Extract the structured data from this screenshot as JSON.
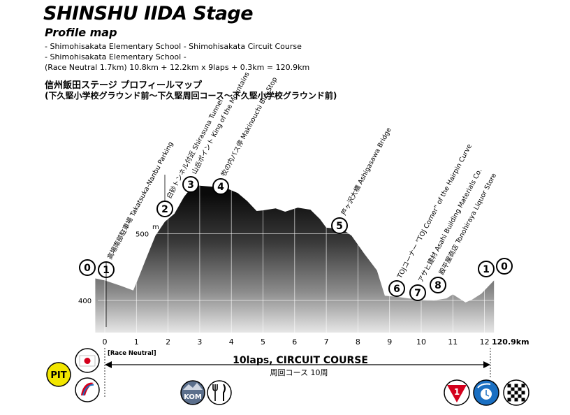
{
  "title": "SHINSHU IIDA Stage",
  "subtitle": "Profile map",
  "description_lines": [
    "- Shimohisakata Elementary School - Shimohisakata Circuit Course",
    "- Shimohisakata Elementary School -",
    "(Race Neutral 1.7km) 10.8km + 12.2km x 9laps + 0.3km = 120.9km"
  ],
  "jp_title": "信州飯田ステージ プロフィールマップ",
  "jp_subtitle": "(下久堅小学校グラウンド前〜下久堅周回コース〜下久堅小学校グラウンド前)",
  "chart_data": {
    "type": "area",
    "xlabel": "",
    "ylabel": "m",
    "x_ticks": [
      "0",
      "1",
      "2",
      "3",
      "4",
      "5",
      "6",
      "7",
      "8",
      "9",
      "10",
      "11",
      "12"
    ],
    "x_end_label": "120.9km",
    "y_ticks": [
      "400",
      "500"
    ],
    "x_range": [
      0,
      12.3
    ],
    "y_range": [
      330,
      600
    ],
    "profile": [
      [
        -0.3,
        433
      ],
      [
        0.0,
        430
      ],
      [
        0.5,
        422
      ],
      [
        0.9,
        415
      ],
      [
        1.05,
        432
      ],
      [
        1.3,
        462
      ],
      [
        1.6,
        497
      ],
      [
        1.9,
        518
      ],
      [
        2.2,
        530
      ],
      [
        2.5,
        555
      ],
      [
        2.8,
        573
      ],
      [
        3.0,
        572
      ],
      [
        3.5,
        570
      ],
      [
        3.9,
        567
      ],
      [
        4.2,
        561
      ],
      [
        4.5,
        549
      ],
      [
        4.8,
        534
      ],
      [
        5.0,
        535
      ],
      [
        5.4,
        538
      ],
      [
        5.7,
        533
      ],
      [
        6.1,
        539
      ],
      [
        6.5,
        536
      ],
      [
        6.8,
        522
      ],
      [
        7.0,
        509
      ],
      [
        7.5,
        507
      ],
      [
        7.8,
        497
      ],
      [
        8.2,
        470
      ],
      [
        8.6,
        445
      ],
      [
        8.85,
        407
      ],
      [
        9.3,
        405
      ],
      [
        9.6,
        403
      ],
      [
        10.0,
        401
      ],
      [
        10.4,
        400
      ],
      [
        10.8,
        403
      ],
      [
        11.0,
        409
      ],
      [
        11.4,
        397
      ],
      [
        11.6,
        401
      ],
      [
        11.9,
        410
      ],
      [
        12.3,
        430
      ]
    ]
  },
  "markers": [
    {
      "num": "0",
      "label": ""
    },
    {
      "num": "1",
      "label": "高場南部駐車場 Takatsuka-Nanbu Parking"
    },
    {
      "num": "2",
      "label": "白砂トンネル付近 Shirasuna Tunnel"
    },
    {
      "num": "3",
      "label": "山岳ポイント King of the Mountains"
    },
    {
      "num": "4",
      "label": "牧の内バス停 Makinouchi Bus Stop"
    },
    {
      "num": "5",
      "label": "芦ヶ沢大橋 Ashigasawa Bridge"
    },
    {
      "num": "6",
      "label": "TOJコーナー \"TOJ Corner\" of the Hairpin Curve"
    },
    {
      "num": "7",
      "label": "アサヒ建材 Asahi Building Materials Co."
    },
    {
      "num": "8",
      "label": "殿平屋商店 Tonohiraya Liquor Store"
    },
    {
      "num": "1",
      "label": ""
    },
    {
      "num": "0",
      "label": ""
    }
  ],
  "race_neutral_label": "[Race Neutral]",
  "circuit_label": "10laps, CIRCUIT COURSE",
  "circuit_label_jp": "周回コース 10周",
  "icons": {
    "pit": "PIT",
    "kom": "KOM",
    "colors": {
      "pit_yellow": "#f2e600",
      "red": "#d4001c",
      "blue": "#1a6fc2"
    }
  }
}
